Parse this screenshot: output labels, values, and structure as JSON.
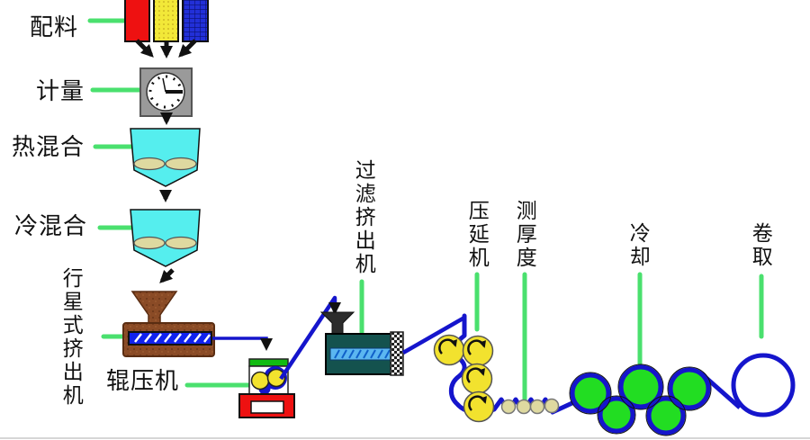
{
  "stages": [
    {
      "id": "batching",
      "label": "配料"
    },
    {
      "id": "metering",
      "label": "计量"
    },
    {
      "id": "hot-mixing",
      "label": "热混合"
    },
    {
      "id": "cold-mixing",
      "label": "冷混合"
    },
    {
      "id": "planetary-extruder",
      "label": "行星式挤出机"
    },
    {
      "id": "roller-press",
      "label": "辊压机"
    },
    {
      "id": "filter-extruder",
      "label": "过滤挤出机"
    },
    {
      "id": "calender",
      "label": "压延机"
    },
    {
      "id": "thickness-gauge",
      "label": "测厚度"
    },
    {
      "id": "cooling",
      "label": "冷却"
    },
    {
      "id": "winding",
      "label": "卷取"
    }
  ],
  "colors": {
    "pointer_line": "#4ae06e",
    "film_blue": "#1515cc",
    "arrow_black": "#111111",
    "hopper_cyan": "#55eeee",
    "blade_khaki": "#ded9a0",
    "extruder_brown": "#8a4b26",
    "screw_blue": "#1122ee",
    "filter_teal": "#14524e",
    "filter_screw_blue": "#5bb6f0",
    "roller_yellow": "#f2e22e",
    "cooling_green": "#22dd22",
    "base_red": "#ee1111",
    "press_green": "#11bb11",
    "container_red": "#ee1111",
    "container_yellow": "#f2e838",
    "container_blue": "#2230d8",
    "meter_gray": "#9a9a9a"
  }
}
